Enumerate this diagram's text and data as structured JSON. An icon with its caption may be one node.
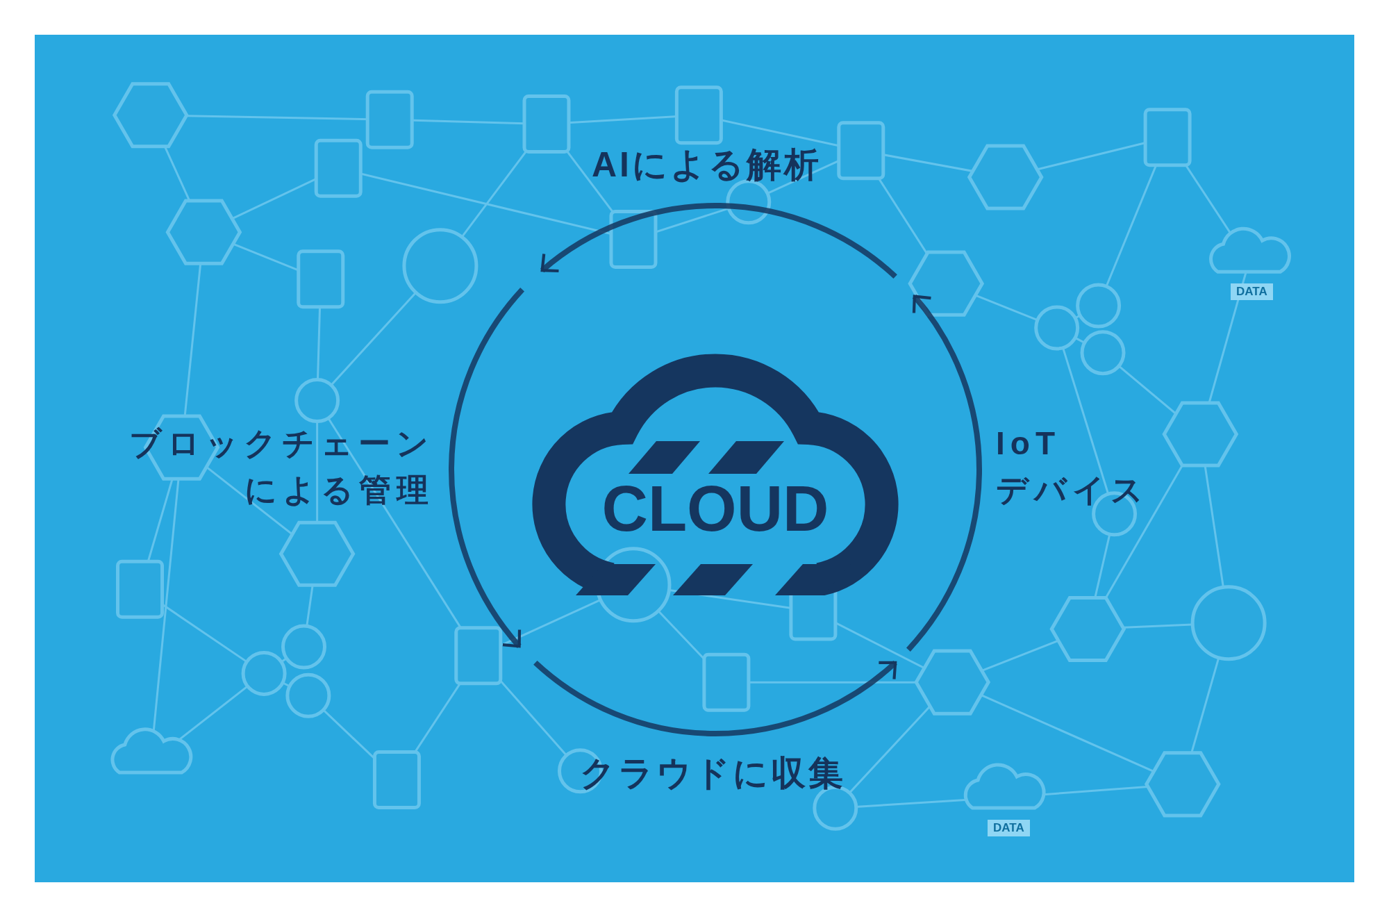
{
  "diagram": {
    "nodes": [
      {
        "text": [
          "CLOUD"
        ]
      }
    ],
    "labels": [
      "AIによる解析",
      "ブロックチェーンによる管理",
      "IoT デバイス",
      "クラウドに収集",
      "DATA",
      "DATA"
    ]
  }
}
